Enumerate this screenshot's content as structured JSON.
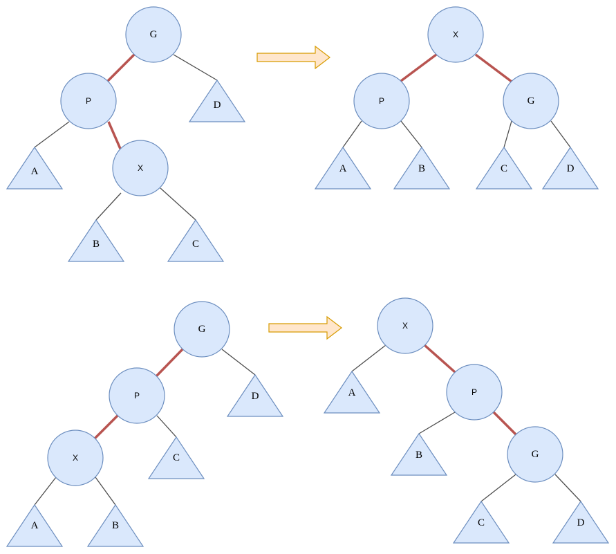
{
  "diagrams": [
    {
      "before": {
        "nodes": {
          "g": "G",
          "p": "P",
          "x": "X"
        },
        "subtrees": {
          "a": "A",
          "b": "B",
          "c": "C",
          "d": "D"
        }
      },
      "after": {
        "nodes": {
          "x": "X",
          "p": "P",
          "g": "G"
        },
        "subtrees": {
          "a": "A",
          "b": "B",
          "c": "C",
          "d": "D"
        }
      }
    },
    {
      "before": {
        "nodes": {
          "g": "G",
          "p": "P",
          "x": "X"
        },
        "subtrees": {
          "a": "A",
          "b": "B",
          "c": "C",
          "d": "D"
        }
      },
      "after": {
        "nodes": {
          "x": "X",
          "p": "P",
          "g": "G"
        },
        "subtrees": {
          "a": "A",
          "b": "B",
          "c": "C",
          "d": "D"
        }
      }
    }
  ],
  "colors": {
    "node_fill": "#dae8fc",
    "node_stroke": "#6c8ebf",
    "red_edge": "#b85450",
    "arrow_fill": "#ffe6cc",
    "arrow_stroke": "#d79b00"
  }
}
